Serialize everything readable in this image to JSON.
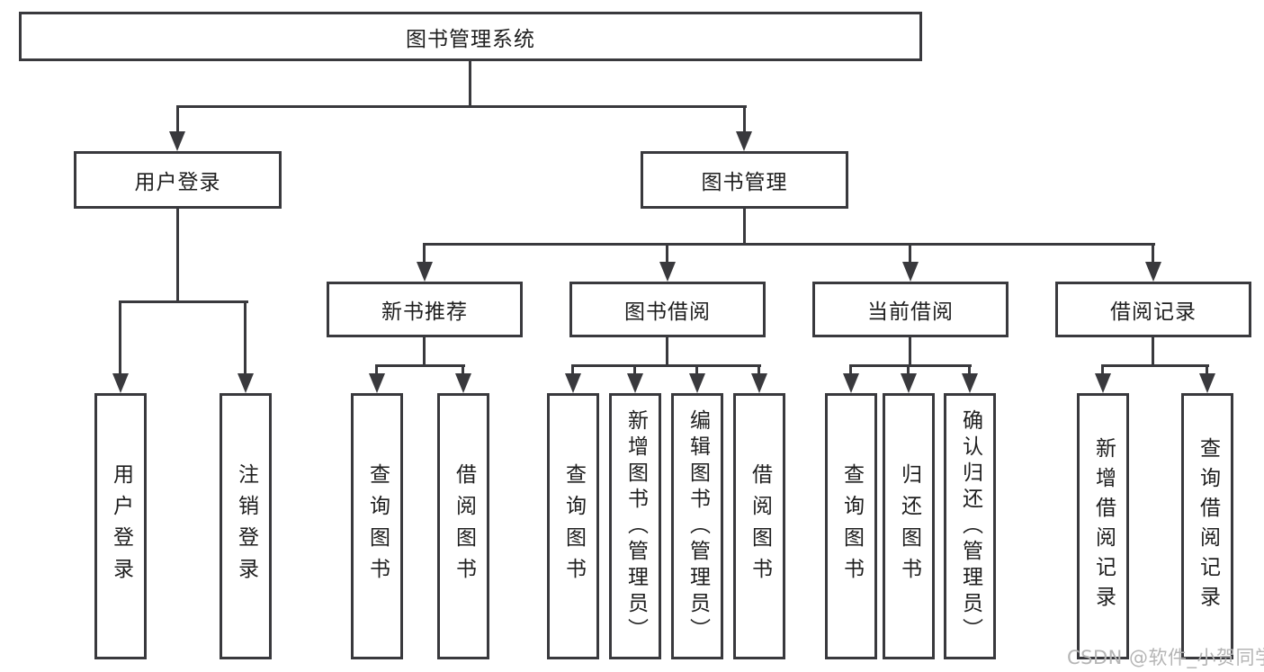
{
  "root": {
    "label": "图书管理系统"
  },
  "level2": {
    "userLogin": {
      "label": "用户登录"
    },
    "bookMgmt": {
      "label": "图书管理"
    }
  },
  "level3": {
    "newBooks": {
      "label": "新书推荐"
    },
    "bookBorrow": {
      "label": "图书借阅"
    },
    "currentBorrow": {
      "label": "当前借阅"
    },
    "borrowRecords": {
      "label": "借阅记录"
    }
  },
  "leaves": {
    "userLogin": [
      {
        "label": "用户登录"
      },
      {
        "label": "注销登录"
      }
    ],
    "newBooks": [
      {
        "label": "查询图书"
      },
      {
        "label": "借阅图书"
      }
    ],
    "bookBorrow": [
      {
        "label": "查询图书"
      },
      {
        "label": "新增图书（管理员）"
      },
      {
        "label": "编辑图书（管理员）"
      },
      {
        "label": "借阅图书"
      }
    ],
    "currentBorrow": [
      {
        "label": "查询图书"
      },
      {
        "label": "归还图书"
      },
      {
        "label": "确认归还（管理员）"
      }
    ],
    "borrowRecords": [
      {
        "label": "新增借阅记录"
      },
      {
        "label": "查询借阅记录"
      }
    ]
  },
  "watermark": {
    "text": "CSDN @软件_小贺同学"
  },
  "colors": {
    "line": "#39393d",
    "text": "#1e1e1e",
    "watermark": "#b5b5b5",
    "background": "#ffffff"
  }
}
